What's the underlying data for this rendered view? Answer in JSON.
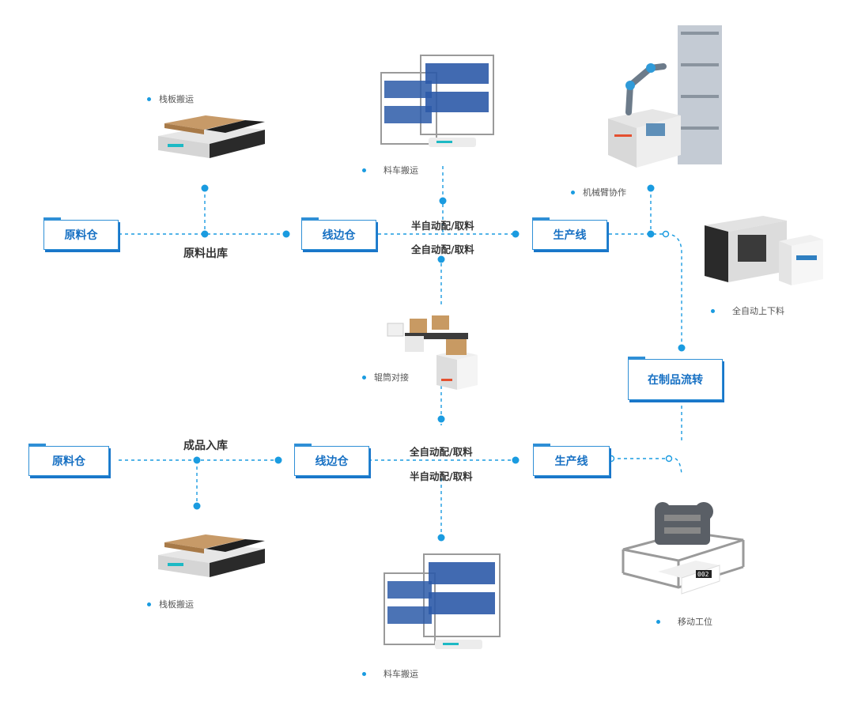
{
  "colors": {
    "accent": "#1a9be0",
    "box_text": "#1670c3",
    "box_border": "#2f8fd6"
  },
  "top_flow": {
    "raw_store": "原料仓",
    "line_store": "线边仓",
    "production_line": "生产线",
    "raw_out_label": "原料出库",
    "semi_auto_label": "半自动配/取料",
    "full_auto_label": "全自动配/取料"
  },
  "bottom_flow": {
    "raw_store": "原料仓",
    "line_store": "线边仓",
    "production_line": "生产线",
    "finished_in_label": "成品入库",
    "full_auto_label": "全自动配/取料",
    "semi_auto_label": "半自动配/取料"
  },
  "wip_transfer": "在制品流转",
  "captions": {
    "pallet_top": "栈板搬运",
    "cart_top": "料车搬运",
    "robot_arm": "机械臂协作",
    "auto_load": "全自动上下料",
    "roller": "辊筒对接",
    "pallet_bottom": "栈板搬运",
    "cart_bottom": "料车搬运",
    "mobile_station": "移动工位"
  },
  "illustrations": {
    "pallet_top": "pallet-agv-icon",
    "cart_top": "material-cart-agv-icon",
    "robot_arm": "robot-arm-agv-icon",
    "auto_load": "cnc-machine-agv-icon",
    "roller": "roller-conveyor-agv-icon",
    "pallet_bottom": "pallet-agv-icon",
    "cart_bottom": "material-cart-agv-icon",
    "mobile_station": "mobile-workstation-agv-icon",
    "mobile_station_number": "002"
  }
}
